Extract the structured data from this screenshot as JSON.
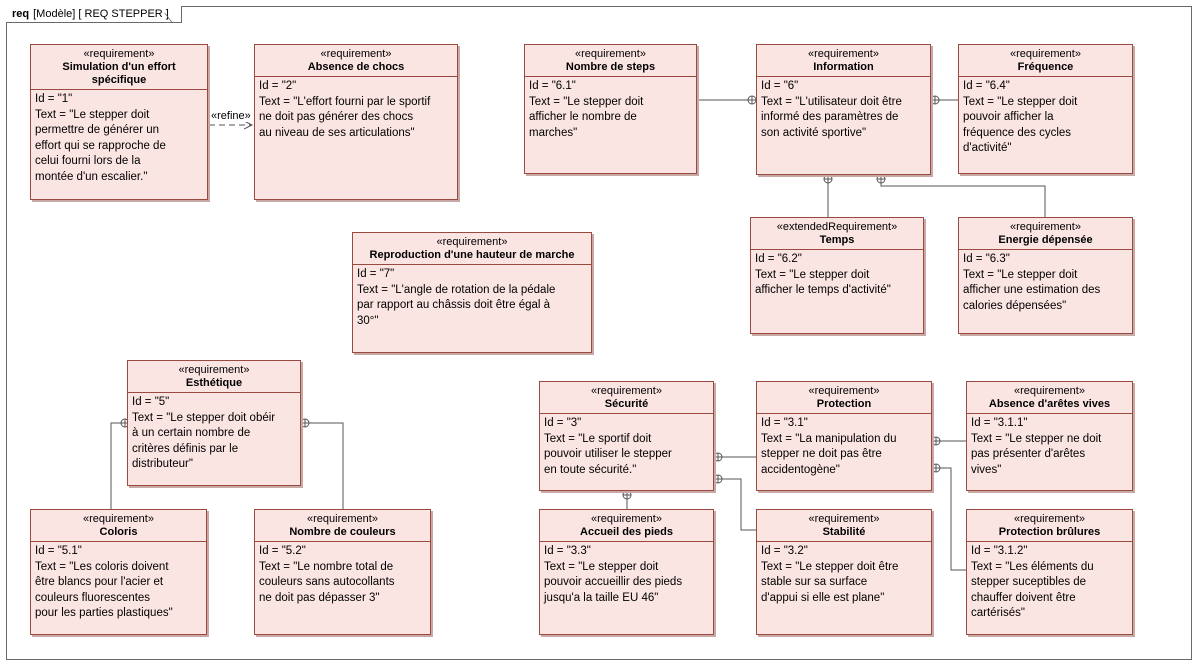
{
  "frame": {
    "kind": "req",
    "scope": "[Modèle]",
    "name": "[ REQ STEPPER ]"
  },
  "requirements": {
    "r1": {
      "stereotype": "«requirement»",
      "name": "Simulation d'un effort\nspécifique",
      "id": "Id = \"1\"",
      "text": "Text = \"Le stepper doit\npermettre de générer un\neffort qui se rapproche de\ncelui fourni lors de la\nmontée d'un escalier.\""
    },
    "r2": {
      "stereotype": "«requirement»",
      "name": "Absence de chocs",
      "id": "Id = \"2\"",
      "text": "Text = \"L'effort fourni par le sportif\nne doit pas générer des chocs\nau niveau de ses articulations\""
    },
    "r61": {
      "stereotype": "«requirement»",
      "name": "Nombre de steps",
      "id": "Id = \"6.1\"",
      "text": "Text = \"Le stepper doit\nafficher le nombre de\nmarches\""
    },
    "r6": {
      "stereotype": "«requirement»",
      "name": "Information",
      "id": "Id = \"6\"",
      "text": "Text = \"L'utilisateur doit être\ninformé des paramètres de\nson activité sportive\""
    },
    "r64": {
      "stereotype": "«requirement»",
      "name": "Fréquence",
      "id": "Id = \"6.4\"",
      "text": "Text = \"Le stepper doit\npouvoir afficher la\nfréquence des cycles\nd'activité\""
    },
    "r62": {
      "stereotype": "«extendedRequirement»",
      "name": "Temps",
      "id": "Id = \"6.2\"",
      "text": "Text = \"Le stepper doit\nafficher le temps d'activité\""
    },
    "r63": {
      "stereotype": "«requirement»",
      "name": "Energie dépensée",
      "id": "Id = \"6.3\"",
      "text": "Text = \"Le stepper doit\nafficher une estimation des\ncalories  dépensées\""
    },
    "r7": {
      "stereotype": "«requirement»",
      "name": "Reproduction d'une hauteur de marche",
      "id": "Id = \"7\"",
      "text": "Text = \"L'angle de rotation de la pédale\npar rapport au châssis doit être égal à\n30°\""
    },
    "r5": {
      "stereotype": "«requirement»",
      "name": "Esthétique",
      "id": "Id = \"5\"",
      "text": "Text = \"Le stepper doit obéir\nà un certain nombre de\ncritères définis par le\ndistributeur\""
    },
    "r51": {
      "stereotype": "«requirement»",
      "name": "Coloris",
      "id": "Id = \"5.1\"",
      "text": "Text = \"Les coloris doivent\nêtre blancs pour l'acier et\ncouleurs  fluorescentes\npour les parties plastiques\""
    },
    "r52": {
      "stereotype": "«requirement»",
      "name": "Nombre de couleurs",
      "id": "Id = \"5.2\"",
      "text": "Text = \"Le nombre total de\ncouleurs  sans  autocollants\nne doit pas dépasser 3\""
    },
    "r3": {
      "stereotype": "«requirement»",
      "name": "Sécurité",
      "id": "Id = \"3\"",
      "text": "Text = \"Le sportif doit\npouvoir utiliser le stepper\nen toute sécurité.\""
    },
    "r31": {
      "stereotype": "«requirement»",
      "name": "Protection",
      "id": "Id = \"3.1\"",
      "text": "Text = \"La manipulation du\nstepper ne doit pas être\naccidentogène\""
    },
    "r311": {
      "stereotype": "«requirement»",
      "name": "Absence d'arêtes vives",
      "id": "Id = \"3.1.1\"",
      "text": "Text = \"Le stepper ne doit\npas présenter d'arêtes\nvives\""
    },
    "r33": {
      "stereotype": "«requirement»",
      "name": "Accueil des pieds",
      "id": "Id = \"3.3\"",
      "text": "Text = \"Le stepper doit\npouvoir accueillir des pieds\njusqu'a la taille EU 46\""
    },
    "r32": {
      "stereotype": "«requirement»",
      "name": "Stabilité",
      "id": "Id = \"3.2\"",
      "text": "Text = \"Le stepper doit être\nstable sur sa surface\nd'appui si elle est plane\""
    },
    "r312": {
      "stereotype": "«requirement»",
      "name": "Protection brûlures",
      "id": "Id = \"3.1.2\"",
      "text": "Text = \"Les éléments du\nstepper suceptibles de\nchauffer doivent être\ncartérisés\""
    }
  },
  "relations": {
    "refine_label": "«refine»"
  },
  "colors": {
    "block_fill": "#fbe5e3",
    "block_border": "#9b4a42",
    "edge": "#555555"
  }
}
